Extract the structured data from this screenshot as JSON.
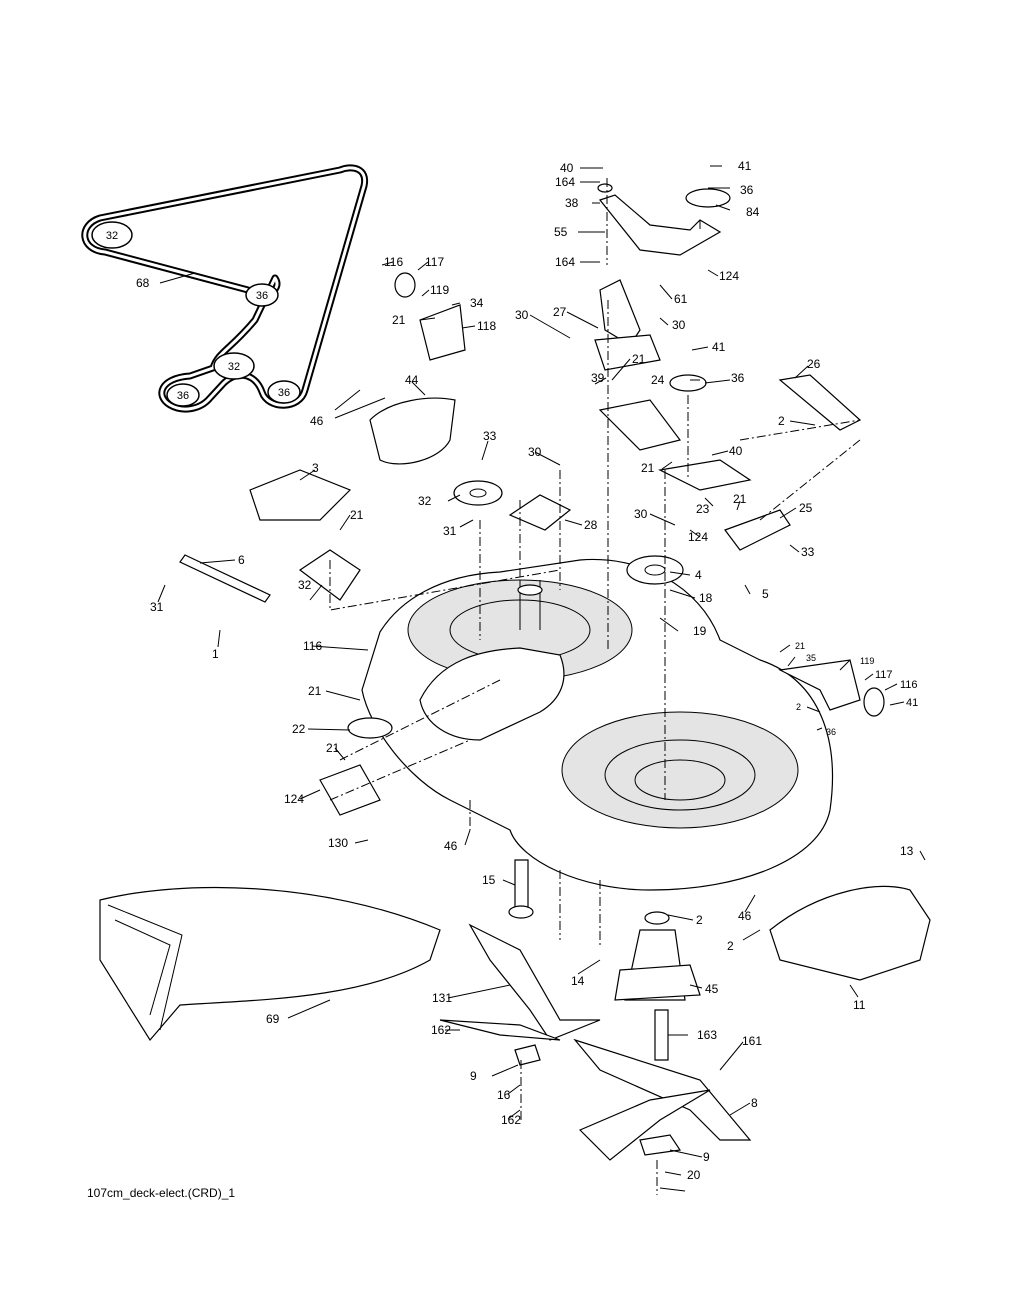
{
  "caption": "107cm_deck-elect.(CRD)_1",
  "belt_pulley_labels": [
    "32",
    "36",
    "32",
    "36",
    "36"
  ],
  "callouts": [
    {
      "n": "40"
    },
    {
      "n": "41"
    },
    {
      "n": "164"
    },
    {
      "n": "36"
    },
    {
      "n": "38"
    },
    {
      "n": "84"
    },
    {
      "n": "55"
    },
    {
      "n": "164"
    },
    {
      "n": "124"
    },
    {
      "n": "116"
    },
    {
      "n": "117"
    },
    {
      "n": "68"
    },
    {
      "n": "119"
    },
    {
      "n": "34"
    },
    {
      "n": "21"
    },
    {
      "n": "118"
    },
    {
      "n": "61"
    },
    {
      "n": "30"
    },
    {
      "n": "27"
    },
    {
      "n": "30"
    },
    {
      "n": "41"
    },
    {
      "n": "21"
    },
    {
      "n": "39"
    },
    {
      "n": "26"
    },
    {
      "n": "24"
    },
    {
      "n": "36"
    },
    {
      "n": "44"
    },
    {
      "n": "46"
    },
    {
      "n": "2"
    },
    {
      "n": "33"
    },
    {
      "n": "40"
    },
    {
      "n": "3"
    },
    {
      "n": "30"
    },
    {
      "n": "21"
    },
    {
      "n": "32"
    },
    {
      "n": "21"
    },
    {
      "n": "23"
    },
    {
      "n": "25"
    },
    {
      "n": "31"
    },
    {
      "n": "28"
    },
    {
      "n": "30"
    },
    {
      "n": "124"
    },
    {
      "n": "21"
    },
    {
      "n": "6"
    },
    {
      "n": "33"
    },
    {
      "n": "4"
    },
    {
      "n": "32"
    },
    {
      "n": "18"
    },
    {
      "n": "5"
    },
    {
      "n": "31"
    },
    {
      "n": "19"
    },
    {
      "n": "1"
    },
    {
      "n": "116"
    },
    {
      "n": "21"
    },
    {
      "n": "35"
    },
    {
      "n": "119"
    },
    {
      "n": "117"
    },
    {
      "n": "116"
    },
    {
      "n": "41"
    },
    {
      "n": "21"
    },
    {
      "n": "2"
    },
    {
      "n": "36"
    },
    {
      "n": "22"
    },
    {
      "n": "21"
    },
    {
      "n": "124"
    },
    {
      "n": "130"
    },
    {
      "n": "46"
    },
    {
      "n": "13"
    },
    {
      "n": "15"
    },
    {
      "n": "2"
    },
    {
      "n": "46"
    },
    {
      "n": "2"
    },
    {
      "n": "14"
    },
    {
      "n": "45"
    },
    {
      "n": "11"
    },
    {
      "n": "131"
    },
    {
      "n": "69"
    },
    {
      "n": "163"
    },
    {
      "n": "161"
    },
    {
      "n": "162"
    },
    {
      "n": "9"
    },
    {
      "n": "16"
    },
    {
      "n": "8"
    },
    {
      "n": "162"
    },
    {
      "n": "9"
    },
    {
      "n": "20"
    }
  ]
}
